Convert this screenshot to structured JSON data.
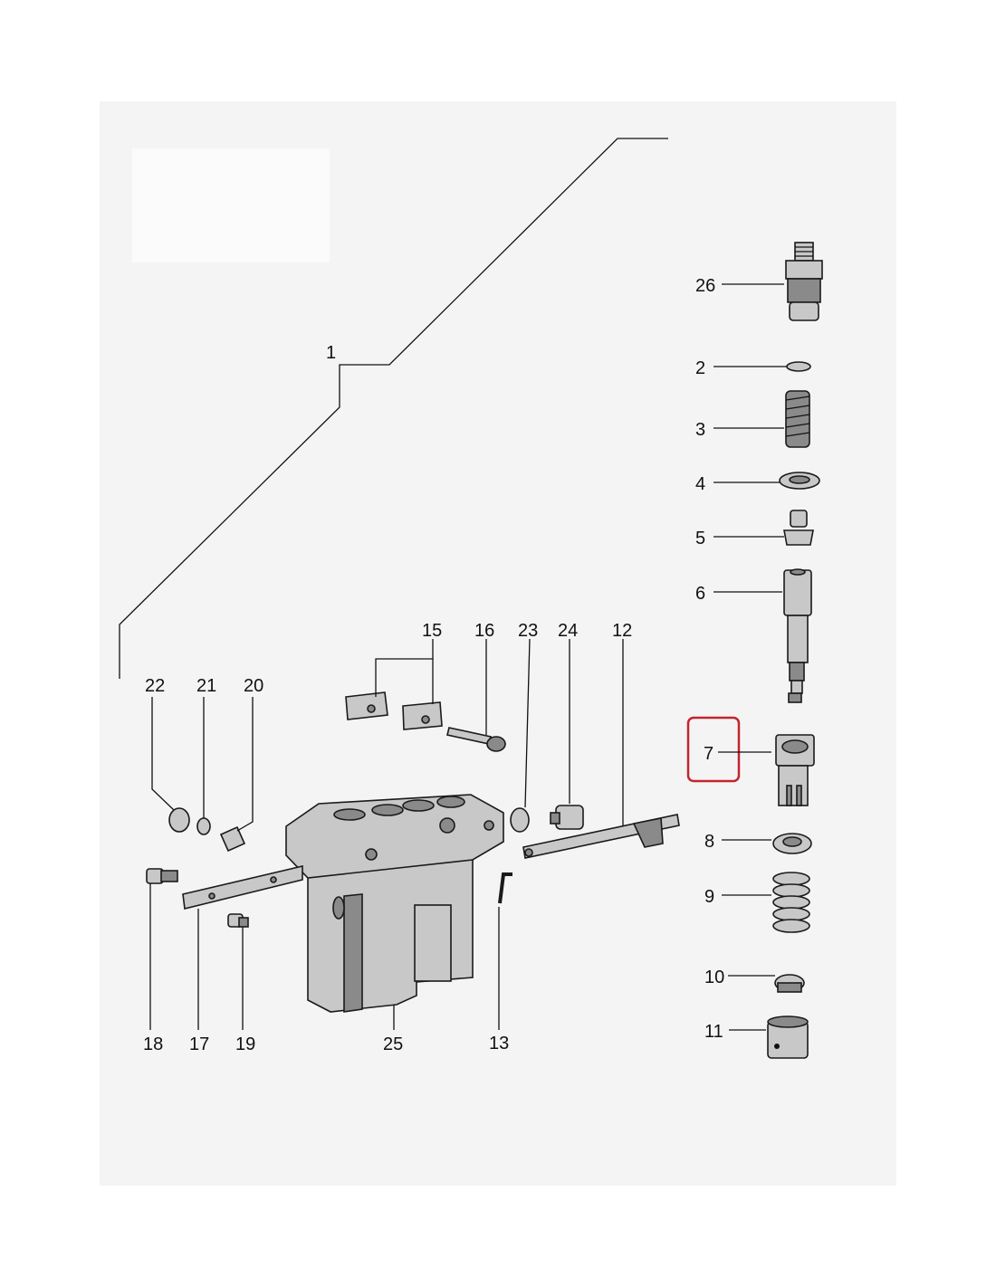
{
  "callouts": {
    "c1": "1",
    "c2": "2",
    "c3": "3",
    "c4": "4",
    "c5": "5",
    "c6": "6",
    "c7": "7",
    "c8": "8",
    "c9": "9",
    "c10": "10",
    "c11": "11",
    "c12": "12",
    "c13": "13",
    "c15": "15",
    "c16": "16",
    "c17": "17",
    "c18": "18",
    "c19": "19",
    "c20": "20",
    "c21": "21",
    "c22": "22",
    "c23": "23",
    "c24": "24",
    "c25": "25",
    "c26": "26"
  },
  "highlight": {
    "part": "7",
    "color": "#c0252f"
  },
  "colors": {
    "background": "#f4f4f4",
    "line": "#111111",
    "part_fill": "#c8c8c8"
  }
}
